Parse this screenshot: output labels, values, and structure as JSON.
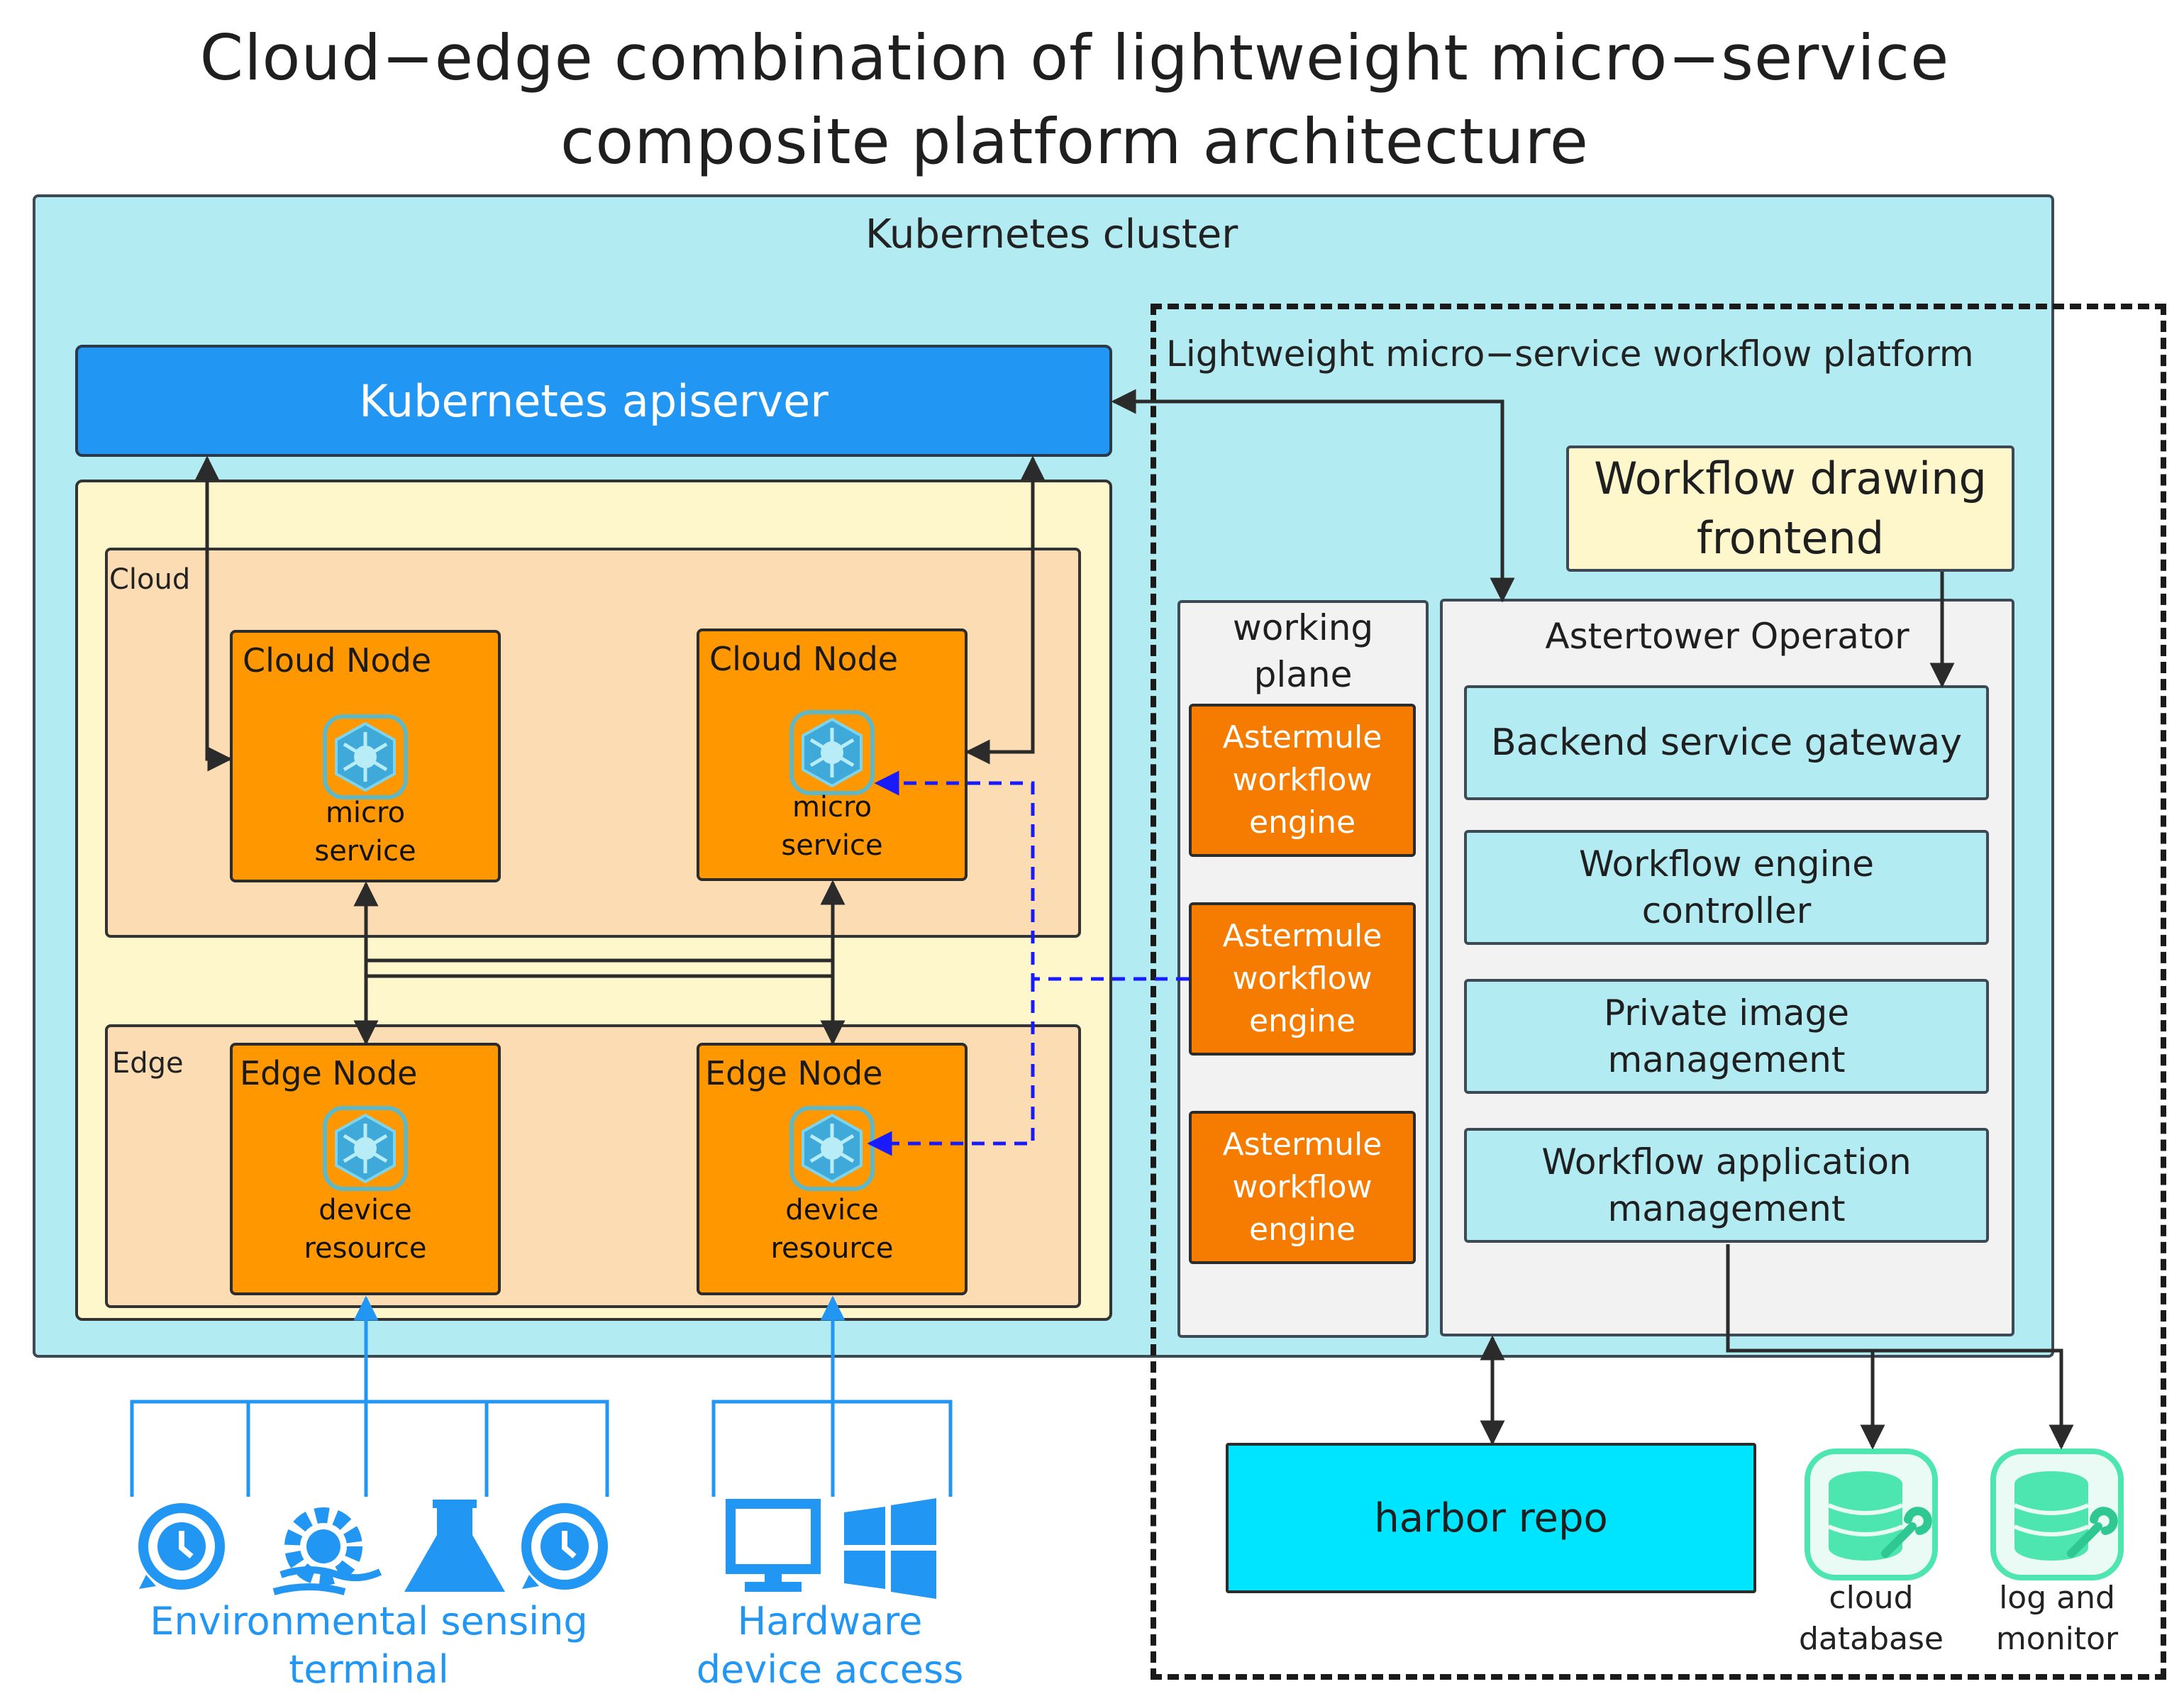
{
  "title": {
    "line1": "Cloud−edge combination of lightweight micro−service",
    "line2": "composite platform architecture"
  },
  "cluster": {
    "label": "Kubernetes cluster",
    "apiserver": "Kubernetes apiserver",
    "cloud": {
      "label": "Cloud",
      "nodes": [
        {
          "title": "Cloud Node",
          "line1": "micro",
          "line2": "service"
        },
        {
          "title": "Cloud Node",
          "line1": "micro",
          "line2": "service"
        }
      ]
    },
    "edge": {
      "label": "Edge",
      "nodes": [
        {
          "title": "Edge Node",
          "line1": "device",
          "line2": "resource"
        },
        {
          "title": "Edge Node",
          "line1": "device",
          "line2": "resource"
        }
      ]
    }
  },
  "platform": {
    "label": "Lightweight micro−service workflow platform",
    "frontend": {
      "line1": "Workflow drawing",
      "line2": "frontend"
    },
    "working_plane": {
      "label_line1": "working",
      "label_line2": "plane",
      "engines": [
        {
          "line1": "Astermule",
          "line2": "workflow",
          "line3": "engine"
        },
        {
          "line1": "Astermule",
          "line2": "workflow",
          "line3": "engine"
        },
        {
          "line1": "Astermule",
          "line2": "workflow",
          "line3": "engine"
        }
      ]
    },
    "operator": {
      "label": "Astertower Operator",
      "gateway": "Backend service gateway",
      "modules": [
        {
          "line1": "Workflow engine",
          "line2": "controller"
        },
        {
          "line1": "Private image",
          "line2": "management"
        },
        {
          "line1": "Workflow application",
          "line2": "management"
        }
      ]
    },
    "harbor": "harbor repo",
    "databases": [
      {
        "line1": "cloud",
        "line2": "database",
        "icon": "database-wrench-icon"
      },
      {
        "line1": "log and",
        "line2": "monitor",
        "icon": "database-wrench-icon"
      }
    ]
  },
  "terminals": {
    "environmental": {
      "line1": "Environmental sensing",
      "line2": "terminal",
      "icons": [
        "clock-sync-icon",
        "gear-wind-icon",
        "flask-icon",
        "clock-sync-icon"
      ]
    },
    "hardware": {
      "line1": "Hardware",
      "line2": "device access",
      "icons": [
        "monitor-icon",
        "windows-icon"
      ]
    }
  },
  "colors": {
    "cluster_bg": "#b2ebf2",
    "apiserver": "#2196f3",
    "node": "#ff9800",
    "engine": "#f57c00",
    "harbor": "#00e5ff",
    "terminal_blue": "#2196f3",
    "db_green": "#4ee6b0"
  }
}
